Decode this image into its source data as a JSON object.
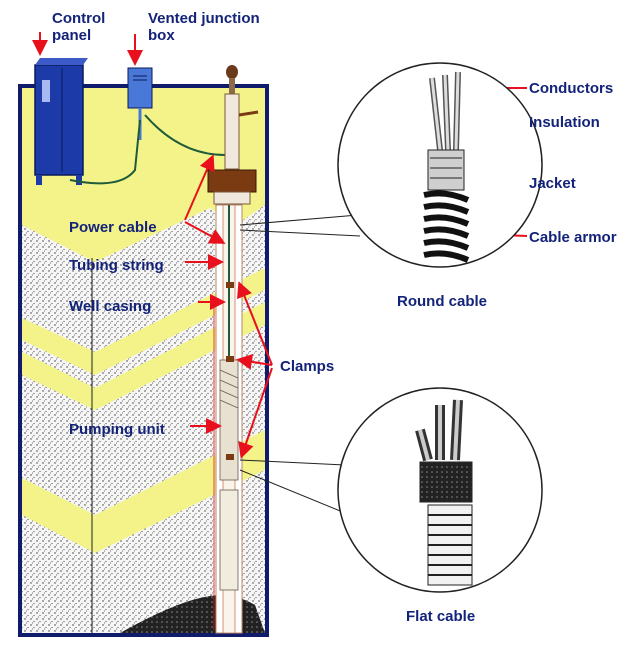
{
  "labels": {
    "control_panel_line1": "Control",
    "control_panel_line2": "panel",
    "vented_box_line1": "Vented junction",
    "vented_box_line2": "box",
    "power_cable": "Power cable",
    "tubing_string": "Tubing string",
    "well_casing": "Well casing",
    "clamps": "Clamps",
    "pumping_unit": "Pumping unit",
    "conductors": "Conductors",
    "insulation": "Insulation",
    "jacket": "Jacket",
    "cable_armor": "Cable armor",
    "round_cable": "Round cable",
    "flat_cable": "Flat cable"
  },
  "colors": {
    "label_text": "#14237a",
    "arrow": "#e8101c",
    "frame": "#101c6b",
    "rock_band": "#f3f38a",
    "sediment": "#f4f4f4",
    "control_panel": "#1c3aa8",
    "cable_green": "#1f5a3a",
    "wellhead_brown": "#7a3a12"
  }
}
